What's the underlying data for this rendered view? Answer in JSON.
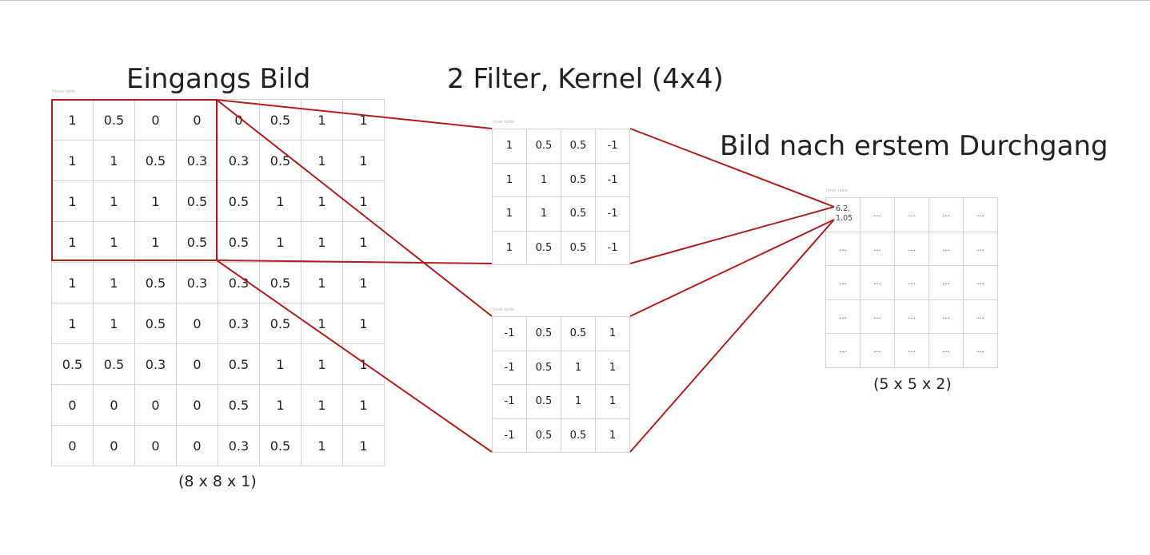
{
  "titles": {
    "input": "Eingangs Bild",
    "filters": "2 Filter, Kernel (4x4)",
    "output": "Bild nach erstem Durchgang"
  },
  "captions": {
    "input": "(8 x 8 x 1)",
    "output": "(5 x 5 x 2)"
  },
  "table_labels": {
    "input": "Filters table",
    "filter1": "Inner table",
    "filter2": "Inner table",
    "output": "Inner table"
  },
  "input_matrix": [
    [
      "1",
      "0.5",
      "0",
      "0",
      "0",
      "0.5",
      "1",
      "1"
    ],
    [
      "1",
      "1",
      "0.5",
      "0.3",
      "0.3",
      "0.5",
      "1",
      "1"
    ],
    [
      "1",
      "1",
      "1",
      "0.5",
      "0.5",
      "1",
      "1",
      "1"
    ],
    [
      "1",
      "1",
      "1",
      "0.5",
      "0.5",
      "1",
      "1",
      "1"
    ],
    [
      "1",
      "1",
      "0.5",
      "0.3",
      "0.3",
      "0.5",
      "1",
      "1"
    ],
    [
      "1",
      "1",
      "0.5",
      "0",
      "0.3",
      "0.5",
      "1",
      "1"
    ],
    [
      "0.5",
      "0.5",
      "0.3",
      "0",
      "0.5",
      "1",
      "1",
      "1"
    ],
    [
      "0",
      "0",
      "0",
      "0",
      "0.5",
      "1",
      "1",
      "1"
    ],
    [
      "0",
      "0",
      "0",
      "0",
      "0.3",
      "0.5",
      "1",
      "1"
    ]
  ],
  "filter1": [
    [
      "1",
      "0.5",
      "0.5",
      "-1"
    ],
    [
      "1",
      "1",
      "0.5",
      "-1"
    ],
    [
      "1",
      "1",
      "0.5",
      "-1"
    ],
    [
      "1",
      "0.5",
      "0.5",
      "-1"
    ]
  ],
  "filter2": [
    [
      "-1",
      "0.5",
      "0.5",
      "1"
    ],
    [
      "-1",
      "0.5",
      "1",
      "1"
    ],
    [
      "-1",
      "0.5",
      "1",
      "1"
    ],
    [
      "-1",
      "0.5",
      "0.5",
      "1"
    ]
  ],
  "output_matrix": [
    [
      "6.2,\n1.05",
      "...",
      "...",
      "...",
      "..."
    ],
    [
      "...",
      "...",
      "...",
      "...",
      "..."
    ],
    [
      "...",
      "...",
      "...",
      "...",
      "..."
    ],
    [
      "...",
      "...",
      "...",
      "...",
      "..."
    ],
    [
      "...",
      "...",
      "...",
      "...",
      "..."
    ]
  ],
  "colors": {
    "highlight": "#b01e1e",
    "gridline": "#d4d4d4",
    "text": "#222222"
  }
}
